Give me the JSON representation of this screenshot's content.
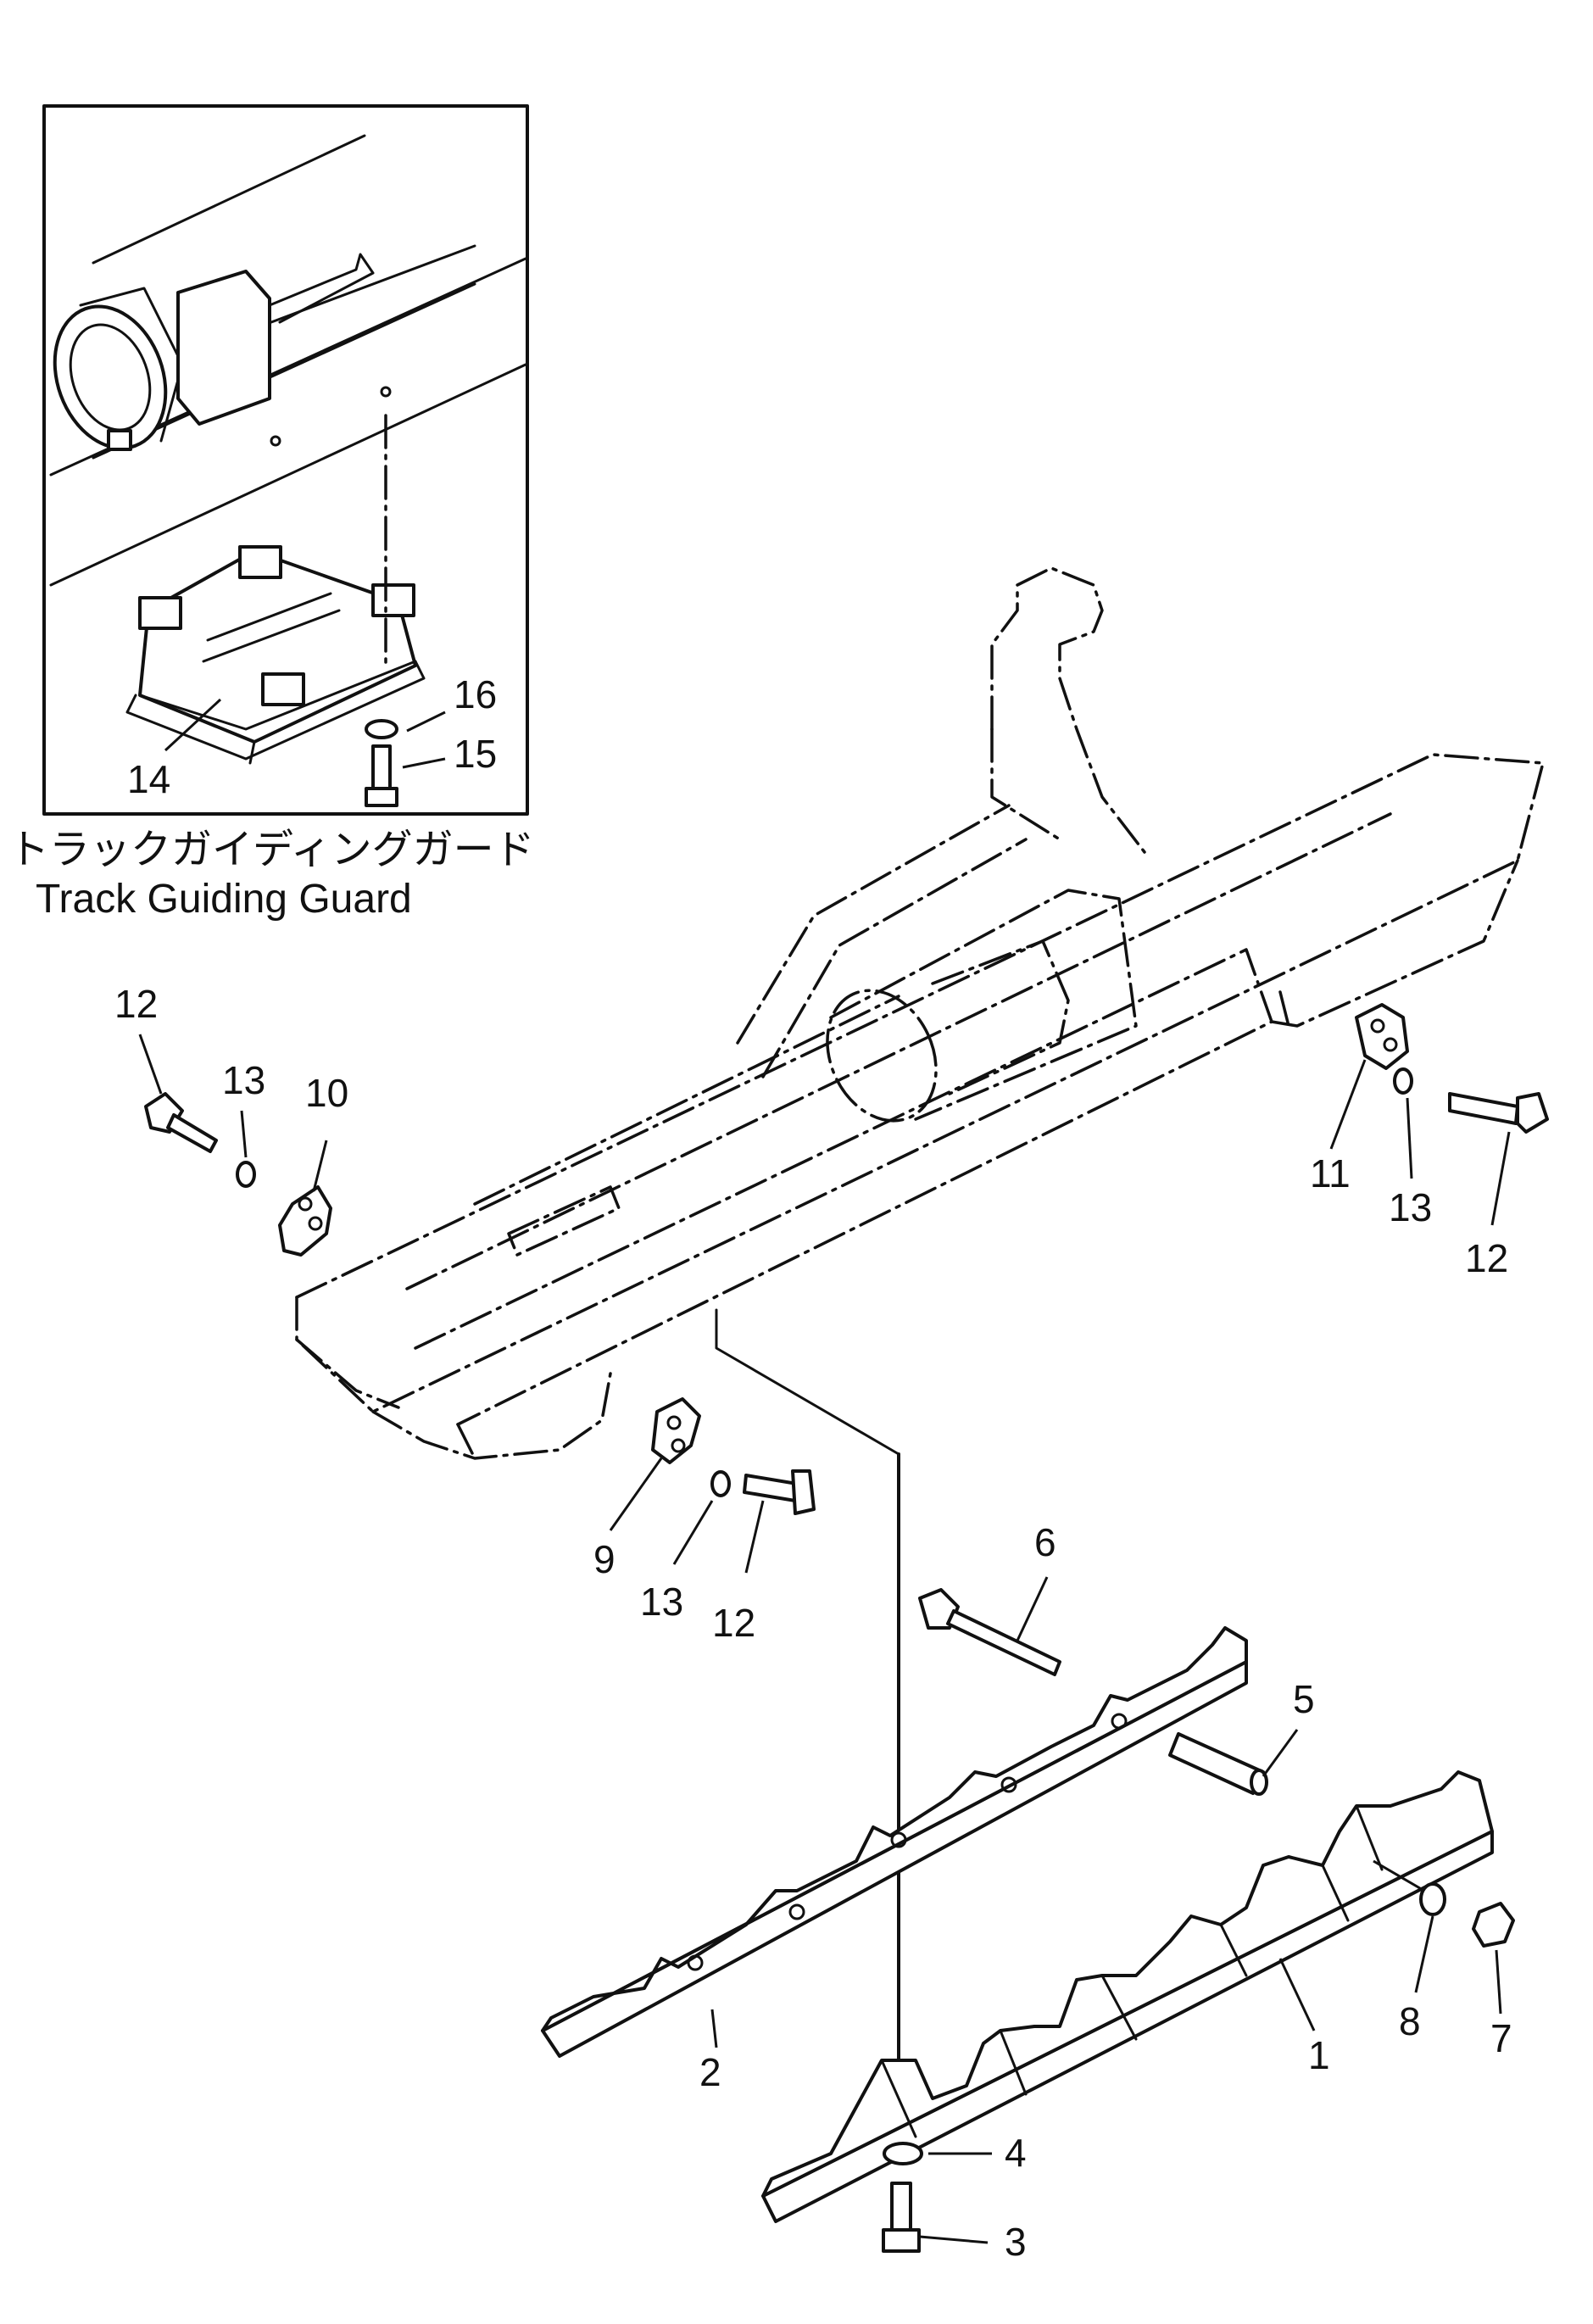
{
  "inset": {
    "caption_jp": "トラックガイディングガード",
    "caption_en": "Track Guiding Guard"
  },
  "callouts": {
    "c1": "1",
    "c2": "2",
    "c3": "3",
    "c4": "4",
    "c5": "5",
    "c6": "6",
    "c7": "7",
    "c8": "8",
    "c9": "9",
    "c10": "10",
    "c11": "11",
    "c12_a": "12",
    "c12_b": "12",
    "c12_c": "12",
    "c13_a": "13",
    "c13_b": "13",
    "c13_c": "13",
    "c14": "14",
    "c15": "15",
    "c16": "16"
  }
}
